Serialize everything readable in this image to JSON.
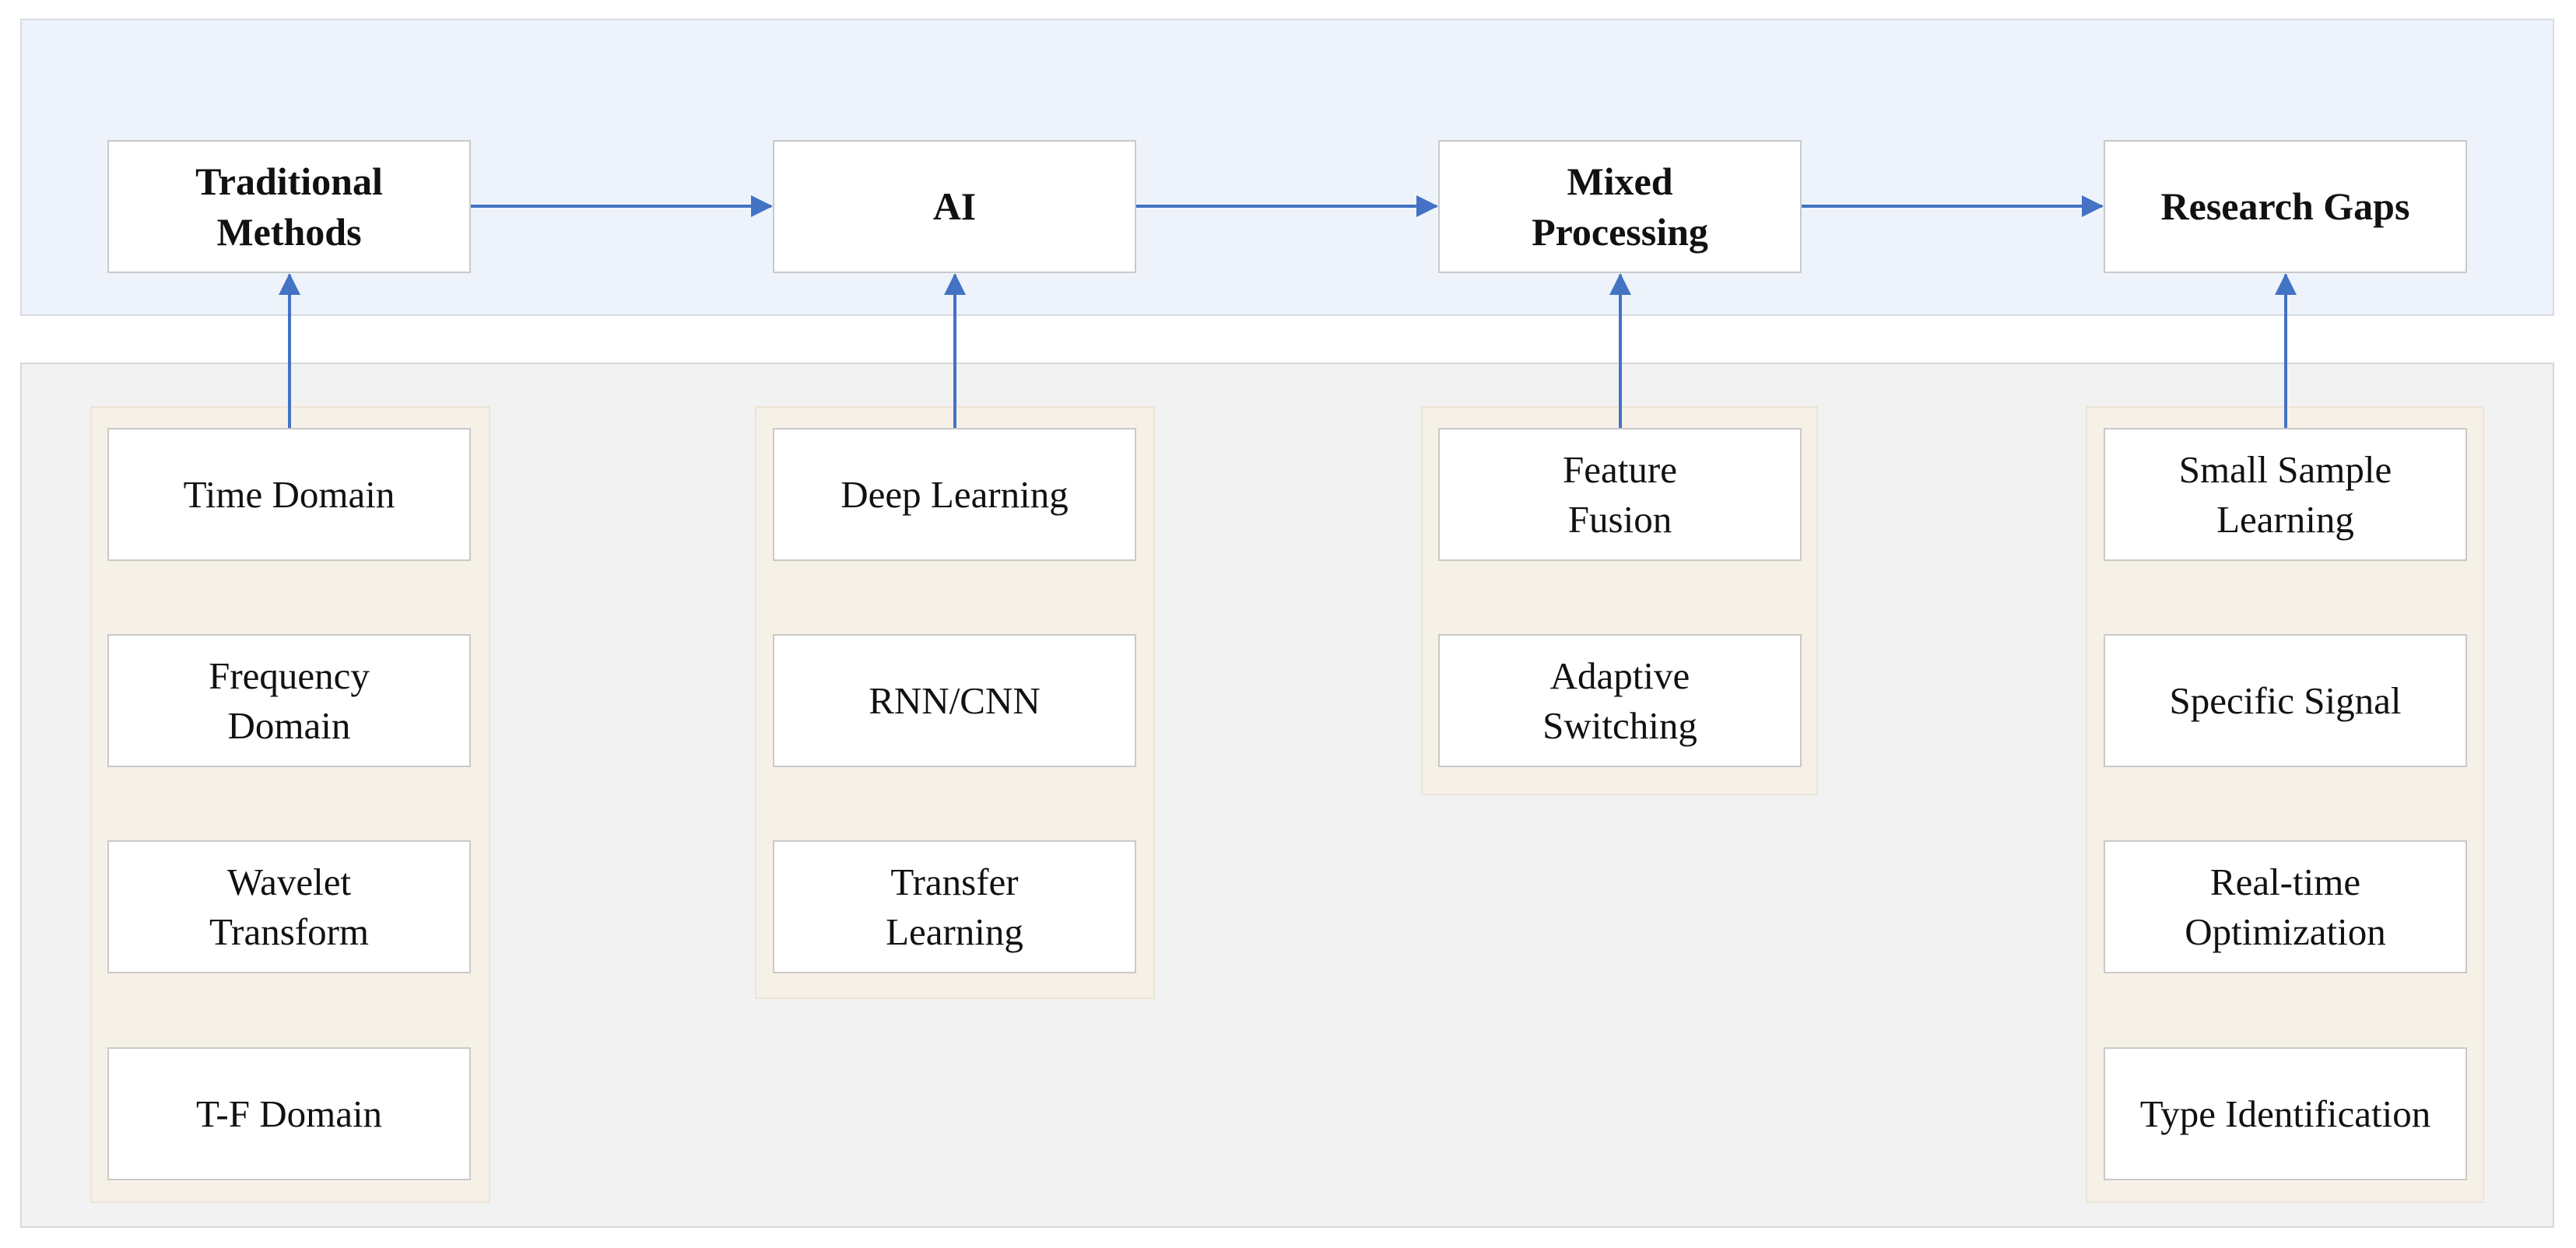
{
  "diagram": {
    "stages": [
      {
        "id": "traditional",
        "label": "Traditional\nMethods"
      },
      {
        "id": "ai",
        "label": "AI"
      },
      {
        "id": "mixed",
        "label": "Mixed\nProcessing"
      },
      {
        "id": "gaps",
        "label": "Research Gaps"
      }
    ],
    "groups": [
      {
        "stage": "traditional",
        "items": [
          "Time Domain",
          "Frequency\nDomain",
          "Wavelet\nTransform",
          "T-F Domain"
        ]
      },
      {
        "stage": "ai",
        "items": [
          "Deep Learning",
          "RNN/CNN",
          "Transfer\nLearning"
        ]
      },
      {
        "stage": "mixed",
        "items": [
          "Feature\nFusion",
          "Adaptive\nSwitching"
        ]
      },
      {
        "stage": "gaps",
        "items": [
          "Small Sample\nLearning",
          "Specific Signal",
          "Real-time\nOptimization",
          "Type Identification"
        ]
      }
    ],
    "colors": {
      "arrow": "#4472c4",
      "top_band": "#eef3fb",
      "bottom_band": "#f2f2f2",
      "group_fill": "#f6f1e7"
    }
  }
}
